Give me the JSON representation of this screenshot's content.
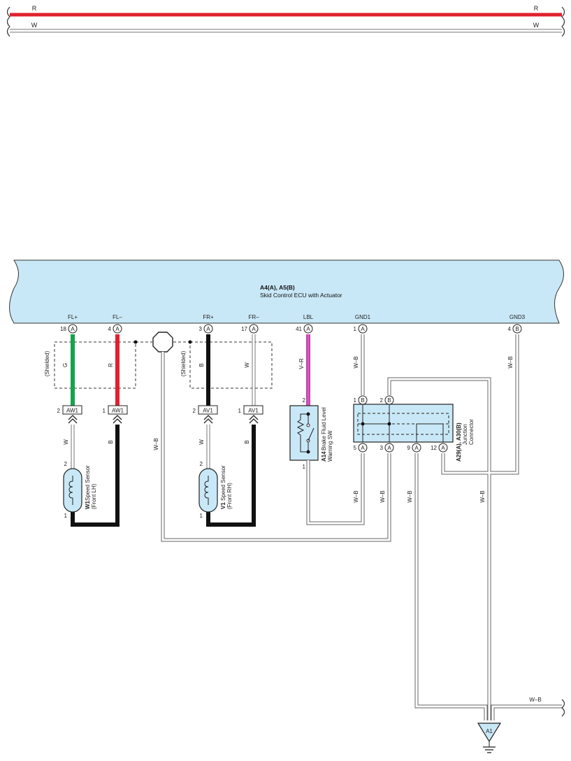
{
  "top_wires": {
    "red_label": "R",
    "white_label": "W"
  },
  "ecu": {
    "code": "A4(A), A5(B)",
    "name": "Skid Control ECU with Actuator",
    "pins": {
      "fl_plus": {
        "label": "FL+",
        "num": "18",
        "conn": "A"
      },
      "fl_minus": {
        "label": "FL–",
        "num": "4",
        "conn": "A"
      },
      "fr_plus": {
        "label": "FR+",
        "num": "3",
        "conn": "A"
      },
      "fr_minus": {
        "label": "FR–",
        "num": "17",
        "conn": "A"
      },
      "lbl": {
        "label": "LBL",
        "num": "41",
        "conn": "A"
      },
      "gnd1": {
        "label": "GND1",
        "num": "1",
        "conn": "A"
      },
      "gnd3": {
        "label": "GND3",
        "num": "4",
        "conn": "B"
      }
    }
  },
  "wire_colors": {
    "fl_plus": "G",
    "fl_minus": "R",
    "fr_plus": "B",
    "fr_minus": "W",
    "lbl": "V–R",
    "gnd": "W–B",
    "aw1_w": "W",
    "aw1_b": "B",
    "av1_w": "W",
    "av1_b": "B"
  },
  "shielded": "(Shielded)",
  "connectors": {
    "aw1": {
      "name": "AW1",
      "pin_a": "2",
      "pin_b": "1"
    },
    "av1": {
      "name": "AV1",
      "pin_a": "2",
      "pin_b": "1"
    }
  },
  "speed_sensor_fl": {
    "code": "W1",
    "line1": "Speed Sensor",
    "line2": "(Front LH)",
    "pin_top": "2",
    "pin_bottom": "1"
  },
  "speed_sensor_fr": {
    "code": "V1",
    "line1": "Speed Sensor",
    "line2": "(Front RH)",
    "pin_top": "2",
    "pin_bottom": "1"
  },
  "brake_switch": {
    "code": "A14",
    "line1": "Brake Fluid Level",
    "line2": "Warning SW",
    "pin_top": "2",
    "pin_bottom": "1"
  },
  "junction": {
    "code": "A29(A), A30(B)",
    "line1": "Junction",
    "line2": "Connector",
    "pins": {
      "p1": {
        "num": "1",
        "conn": "B"
      },
      "p2": {
        "num": "2",
        "conn": "B"
      },
      "p5": {
        "num": "5",
        "conn": "A"
      },
      "p3": {
        "num": "3",
        "conn": "A"
      },
      "p9": {
        "num": "9",
        "conn": "A"
      },
      "p12": {
        "num": "12",
        "conn": "A"
      }
    }
  },
  "ground": {
    "code": "A1"
  },
  "colors": {
    "ecu_fill": "#c9e8f7",
    "wire_red": "#e02030",
    "wire_green": "#16a34a",
    "wire_black": "#111111",
    "wire_violet": "#b04bc0",
    "wire_violet_stripe": "#ff4fa3"
  }
}
